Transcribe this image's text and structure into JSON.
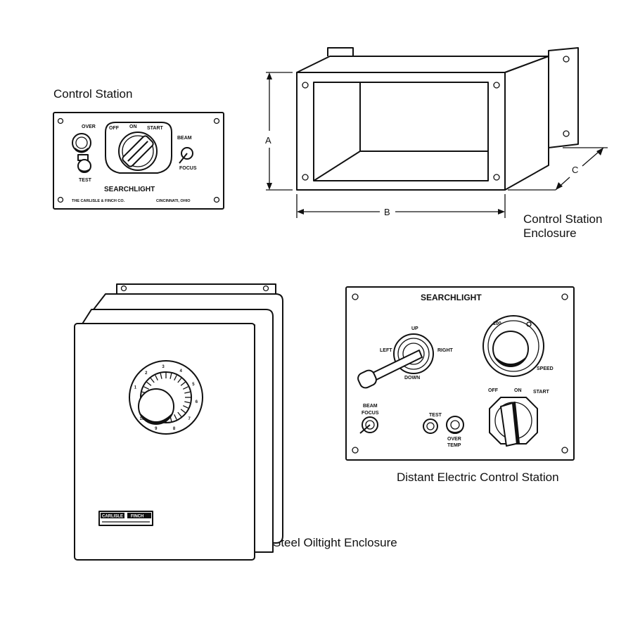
{
  "captions": {
    "control_station": "Control Station",
    "control_station_enclosure_line1": "Control Station",
    "control_station_enclosure_line2": "Enclosure",
    "steel_oiltight_enclosure": "Steel Oiltight Enclosure",
    "distant_electric_control_station": "Distant Electric Control Station"
  },
  "control_station_panel": {
    "title": "SEARCHLIGHT",
    "maker_left": "THE CARLISLE & FINCH CO.",
    "maker_right": "CINCINNATI, OHIO",
    "switch_labels": {
      "off": "OFF",
      "on": "ON",
      "start": "START"
    },
    "lamp_label": "OVER",
    "test_label": "TEST",
    "toggle_top": "BEAM",
    "toggle_bottom": "FOCUS"
  },
  "enclosure_dimensions": {
    "a": "A",
    "b": "B",
    "c": "C"
  },
  "distant_panel": {
    "title": "SEARCHLIGHT",
    "joystick": {
      "up": "UP",
      "down": "DOWN",
      "left": "LEFT",
      "right": "RIGHT"
    },
    "speed_knob": {
      "top": "100",
      "label": "SPEED"
    },
    "main_switch": {
      "off": "OFF",
      "on": "ON",
      "start": "START"
    },
    "beam_focus_top": "BEAM",
    "beam_focus_bottom": "FOCUS",
    "test_label": "TEST",
    "over_temp_line1": "OVER",
    "over_temp_line2": "TEMP"
  },
  "oiltight": {
    "nameplate_left": "CARLISLE",
    "nameplate_right": "FINCH",
    "dial_numbers": [
      "1",
      "2",
      "3",
      "4",
      "5",
      "6",
      "7",
      "8",
      "9",
      "10"
    ]
  }
}
